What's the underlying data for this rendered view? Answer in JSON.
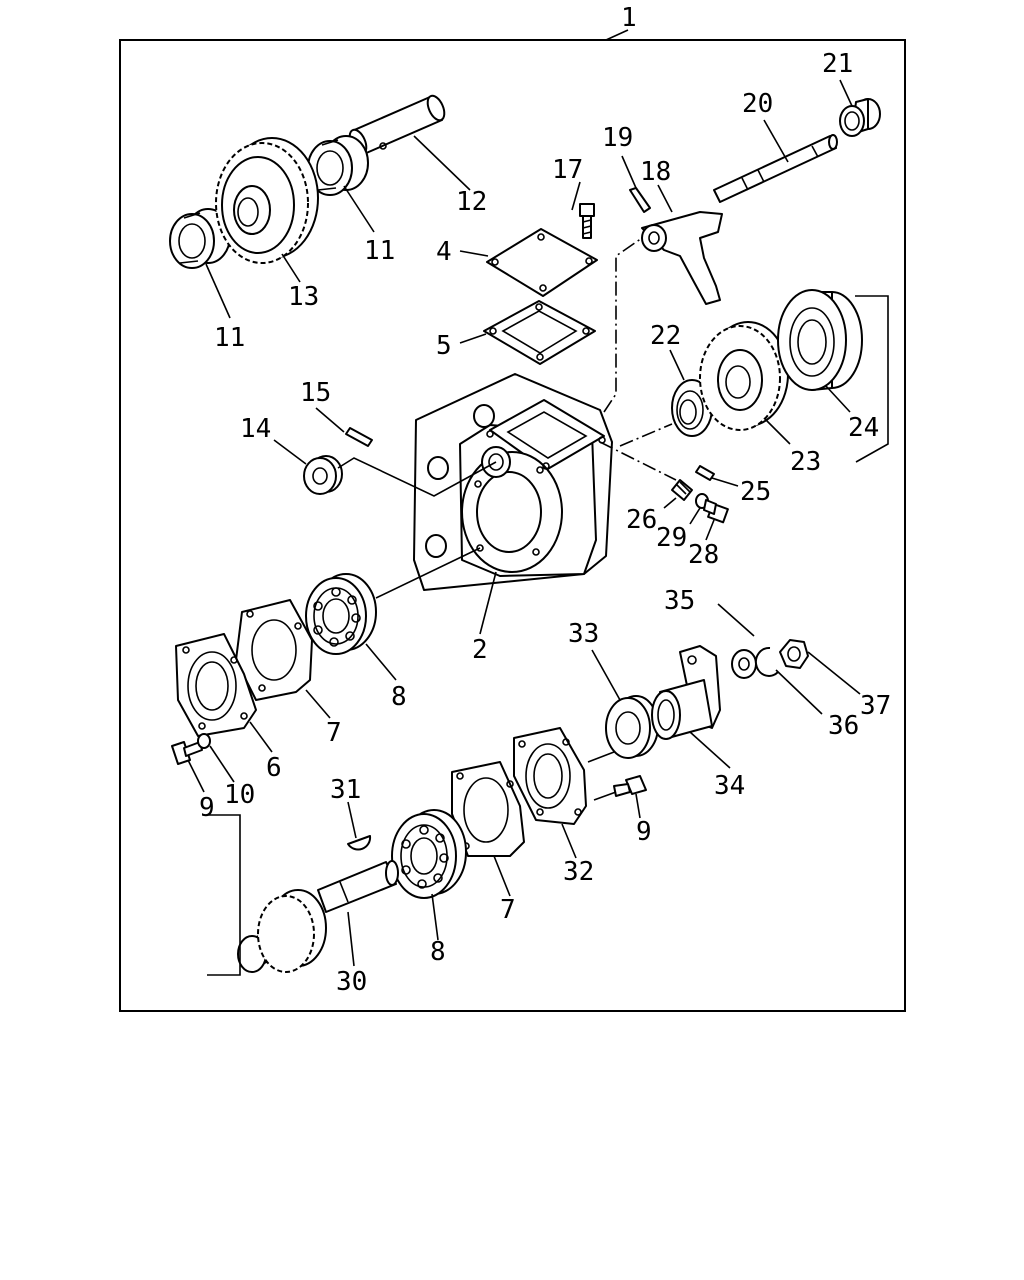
{
  "diagram": {
    "assembly_number": "1",
    "callouts": {
      "c2": "2",
      "c4": "4",
      "c5": "5",
      "c6": "6",
      "c7a": "7",
      "c7b": "7",
      "c8a": "8",
      "c8b": "8",
      "c9a": "9",
      "c9b": "9",
      "c10": "10",
      "c11a": "11",
      "c11b": "11",
      "c12": "12",
      "c13": "13",
      "c14": "14",
      "c15": "15",
      "c17": "17",
      "c18": "18",
      "c19": "19",
      "c20": "20",
      "c21": "21",
      "c22": "22",
      "c23": "23",
      "c24": "24",
      "c25": "25",
      "c26": "26",
      "c28": "28",
      "c29": "29",
      "c30": "30",
      "c31": "31",
      "c32": "32",
      "c33": "33",
      "c34": "34",
      "c35": "35",
      "c36": "36",
      "c37": "37"
    }
  }
}
